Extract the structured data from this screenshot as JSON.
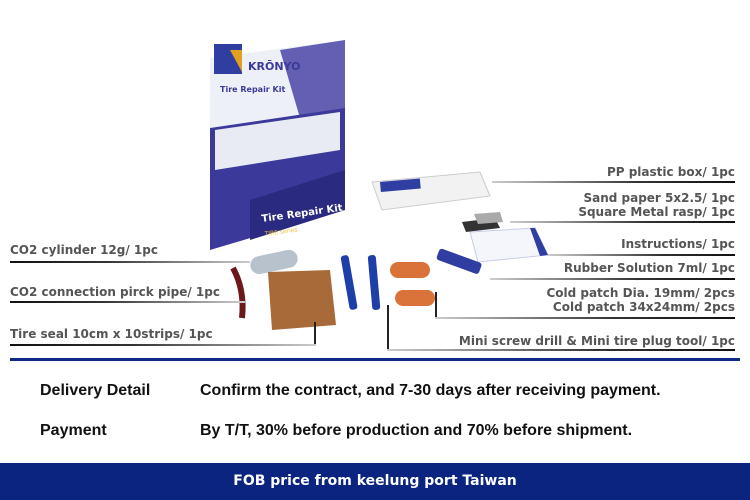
{
  "product": {
    "brand": "KRŌNYO",
    "box_title": "Tire Repair Kit",
    "box_series": "TIRE series"
  },
  "components_right": [
    {
      "text": "PP plastic box/ 1pc"
    },
    {
      "text": "Sand paper 5x2.5/ 1pc"
    },
    {
      "text": "Square Metal rasp/ 1pc"
    },
    {
      "text": "Instructions/ 1pc"
    },
    {
      "text": "Rubber Solution 7ml/ 1pc"
    },
    {
      "text": "Cold patch Dia. 19mm/ 2pcs"
    },
    {
      "text": "Cold patch 34x24mm/ 2pcs"
    },
    {
      "text": "Mini screw drill & Mini tire plug tool/ 1pc"
    }
  ],
  "components_left": [
    {
      "text": "CO2 cylinder 12g/ 1pc"
    },
    {
      "text": "CO2 connection pirck pipe/ 1pc"
    },
    {
      "text": "Tire seal 10cm x 10strips/ 1pc"
    }
  ],
  "terms": [
    {
      "label": "Delivery Detail",
      "value": "Confirm the contract, and 7-30 days after receiving payment."
    },
    {
      "label": "Payment",
      "value": "By T/T, 30% before production and 70% before shipment."
    }
  ],
  "footer": "FOB price from keelung port Taiwan",
  "colors": {
    "navy": "#0b2480",
    "box_purple": "#3b3a9a"
  }
}
